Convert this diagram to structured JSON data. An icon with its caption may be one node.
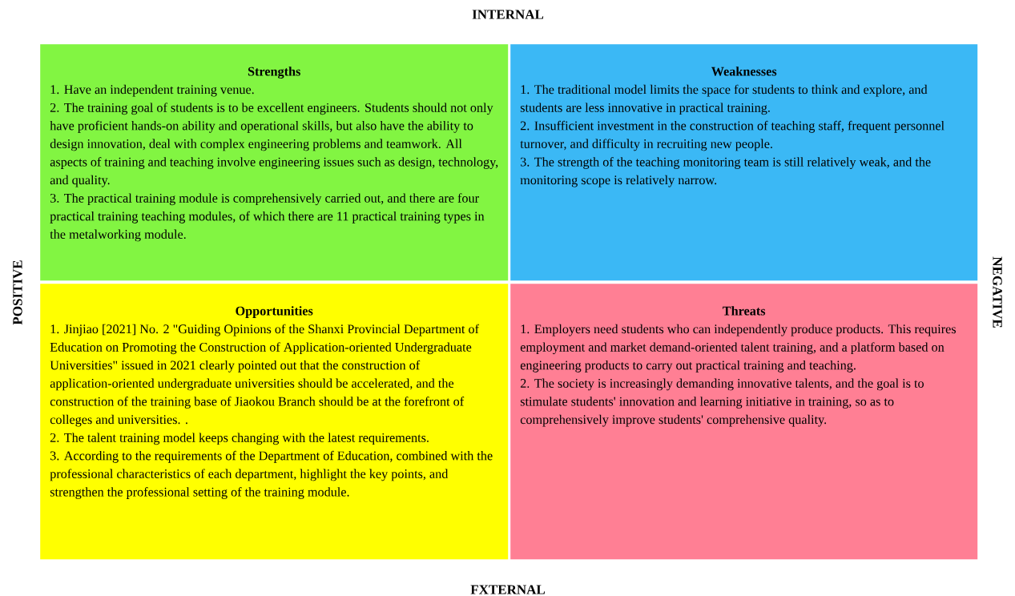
{
  "diagram": {
    "nodes": [
      {
        "text": [
          "Strengths",
          "1. Have an independent training venue.",
          "2. The training goal of students is to be excellent engineers. Students should not only have proficient hands-on ability and operational skills, but also have the ability to design innovation, deal with complex engineering problems and teamwork. All aspects of training and teaching involve engineering issues such as design, technology, and quality.",
          "3. The practical training module is comprehensively carried out, and there are four practical training teaching modules, of which there are 11 practical training types in the metalworking module."
        ]
      },
      {
        "text": [
          "Weaknesses",
          "1. The traditional model limits the space for students to think and explore, and students are less innovative in practical training.",
          "2. Insufficient investment in the construction of teaching staff, frequent personnel turnover, and difficulty in recruiting new people.",
          "3. The strength of the teaching monitoring team is still relatively weak, and the monitoring scope is relatively narrow."
        ]
      },
      {
        "text": [
          "Opportunities",
          "1. Jinjiao [2021] No. 2 \"Guiding Opinions of the Shanxi Provincial Department of Education on Promoting the Construction of Application-oriented Undergraduate Universities\" issued in 2021 clearly pointed out that the construction of application-oriented undergraduate universities should be accelerated, and the construction of the training base of Jiaokou Branch should be at the forefront of colleges and universities. .",
          "2. The talent training model keeps changing with the latest requirements.",
          "3. According to the requirements of the Department of Education, combined with the professional characteristics of each department, highlight the key points, and strengthen the professional setting of the training module."
        ]
      },
      {
        "text": [
          "Threats",
          "1. Employers need students who can independently produce products. This requires employment and market demand-oriented talent training, and a platform based on engineering products to carry out practical training and teaching.",
          "2. The society is increasingly demanding innovative talents, and the goal is to stimulate students' innovation and learning initiative in training, so as to comprehensively improve students' comprehensive quality."
        ]
      }
    ],
    "labels": [
      "INTERNAL",
      "POSITIVE",
      "NEGATIVE",
      "FXTERNAL"
    ]
  }
}
